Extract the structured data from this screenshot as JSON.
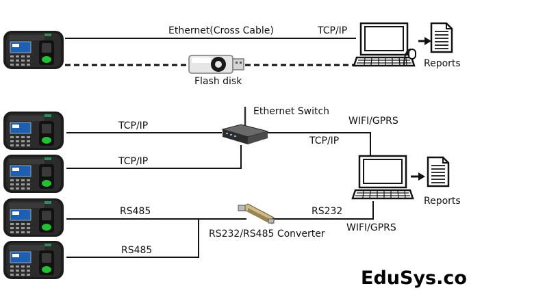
{
  "labels": {
    "ethernet_cross_cable": "Ethernet(Cross Cable)",
    "tcpip_top": "TCP/IP",
    "reports_top": "Reports",
    "flash_disk": "Flash disk",
    "ethernet_switch": "Ethernet Switch",
    "wifi_gprs_upper": "WIFI/GPRS",
    "tcpip_device1": "TCP/IP",
    "tcpip_switch_pc": "TCP/IP",
    "tcpip_device2": "TCP/IP",
    "reports_bottom": "Reports",
    "rs485_device3": "RS485",
    "rs232": "RS232",
    "converter": "RS232/RS485 Converter",
    "wifi_gprs_lower": "WIFI/GPRS",
    "rs485_device4": "RS485"
  },
  "watermark": "EduSys.co"
}
